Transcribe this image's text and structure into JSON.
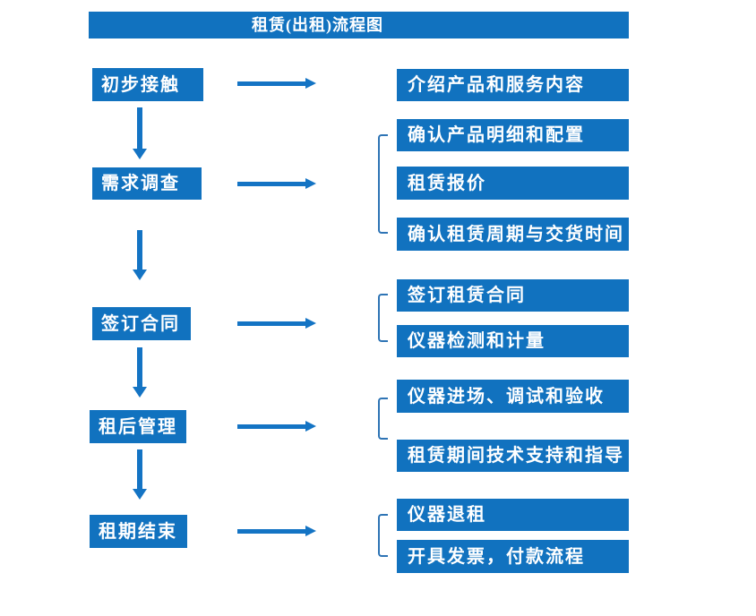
{
  "title": "租赁(出租)流程图",
  "colors": {
    "box_blue": "#1172bf",
    "arrow_blue": "#1474c4",
    "bracket_blue": "#2e74b5",
    "text_white": "#ffffff",
    "background": "#ffffff"
  },
  "flow": {
    "stages": [
      {
        "label": "初步接触",
        "outputs": [
          "介绍产品和服务内容"
        ]
      },
      {
        "label": "需求调查",
        "outputs": [
          "确认产品明细和配置",
          "租赁报价",
          "确认租赁周期与交货时间"
        ]
      },
      {
        "label": "签订合同",
        "outputs": [
          "签订租赁合同",
          "仪器检测和计量"
        ]
      },
      {
        "label": "租后管理",
        "outputs": [
          "仪器进场、调试和验收",
          "租赁期间技术支持和指导"
        ]
      },
      {
        "label": "租期结束",
        "outputs": [
          "仪器退租",
          "开具发票，付款流程"
        ]
      }
    ]
  }
}
